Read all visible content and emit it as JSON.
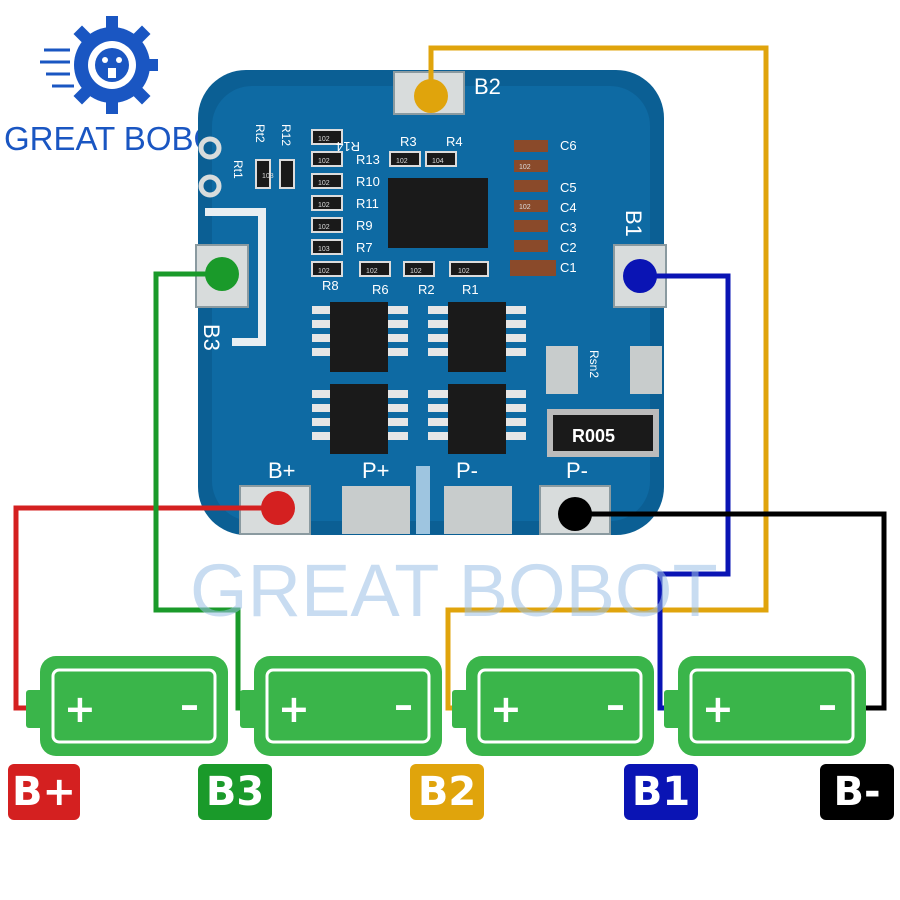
{
  "brand": {
    "logo_text": "GREAT BOBOT",
    "watermark": "GREAT BOBOT"
  },
  "board": {
    "pad_labels": [
      "B2",
      "B1",
      "B3",
      "B+",
      "P+",
      "P-",
      "P-"
    ],
    "silk_labels": [
      "Rt2",
      "R12",
      "Rt1",
      "R14",
      "R4",
      "R3",
      "R13",
      "R10",
      "R11",
      "R9",
      "R7",
      "R8",
      "R6",
      "R2",
      "R1",
      "C6",
      "C5",
      "C4",
      "C3",
      "C2",
      "C1",
      "Rsn2"
    ],
    "chip_labels": [
      "102",
      "102",
      "102",
      "102",
      "102",
      "103",
      "102",
      "102",
      "104",
      "102",
      "102",
      "102",
      "102",
      "102",
      "103"
    ],
    "shunt_label": "R005"
  },
  "cells": [
    {
      "pos": "+",
      "neg": "–"
    },
    {
      "pos": "+",
      "neg": "–"
    },
    {
      "pos": "+",
      "neg": "–"
    },
    {
      "pos": "+",
      "neg": "–"
    }
  ],
  "tags": [
    {
      "label": "B+",
      "color": "#d42020"
    },
    {
      "label": "B3",
      "color": "#1a9a2a"
    },
    {
      "label": "B2",
      "color": "#e0a40c"
    },
    {
      "label": "B1",
      "color": "#0a14b4"
    },
    {
      "label": "B-",
      "color": "#000000"
    }
  ],
  "colors": {
    "board": "#0b5f94",
    "cell": "#3ab54a",
    "red": "#d42020",
    "green": "#1a9a2a",
    "gold": "#e0a40c",
    "blue": "#0a14b4",
    "black": "#000000"
  }
}
